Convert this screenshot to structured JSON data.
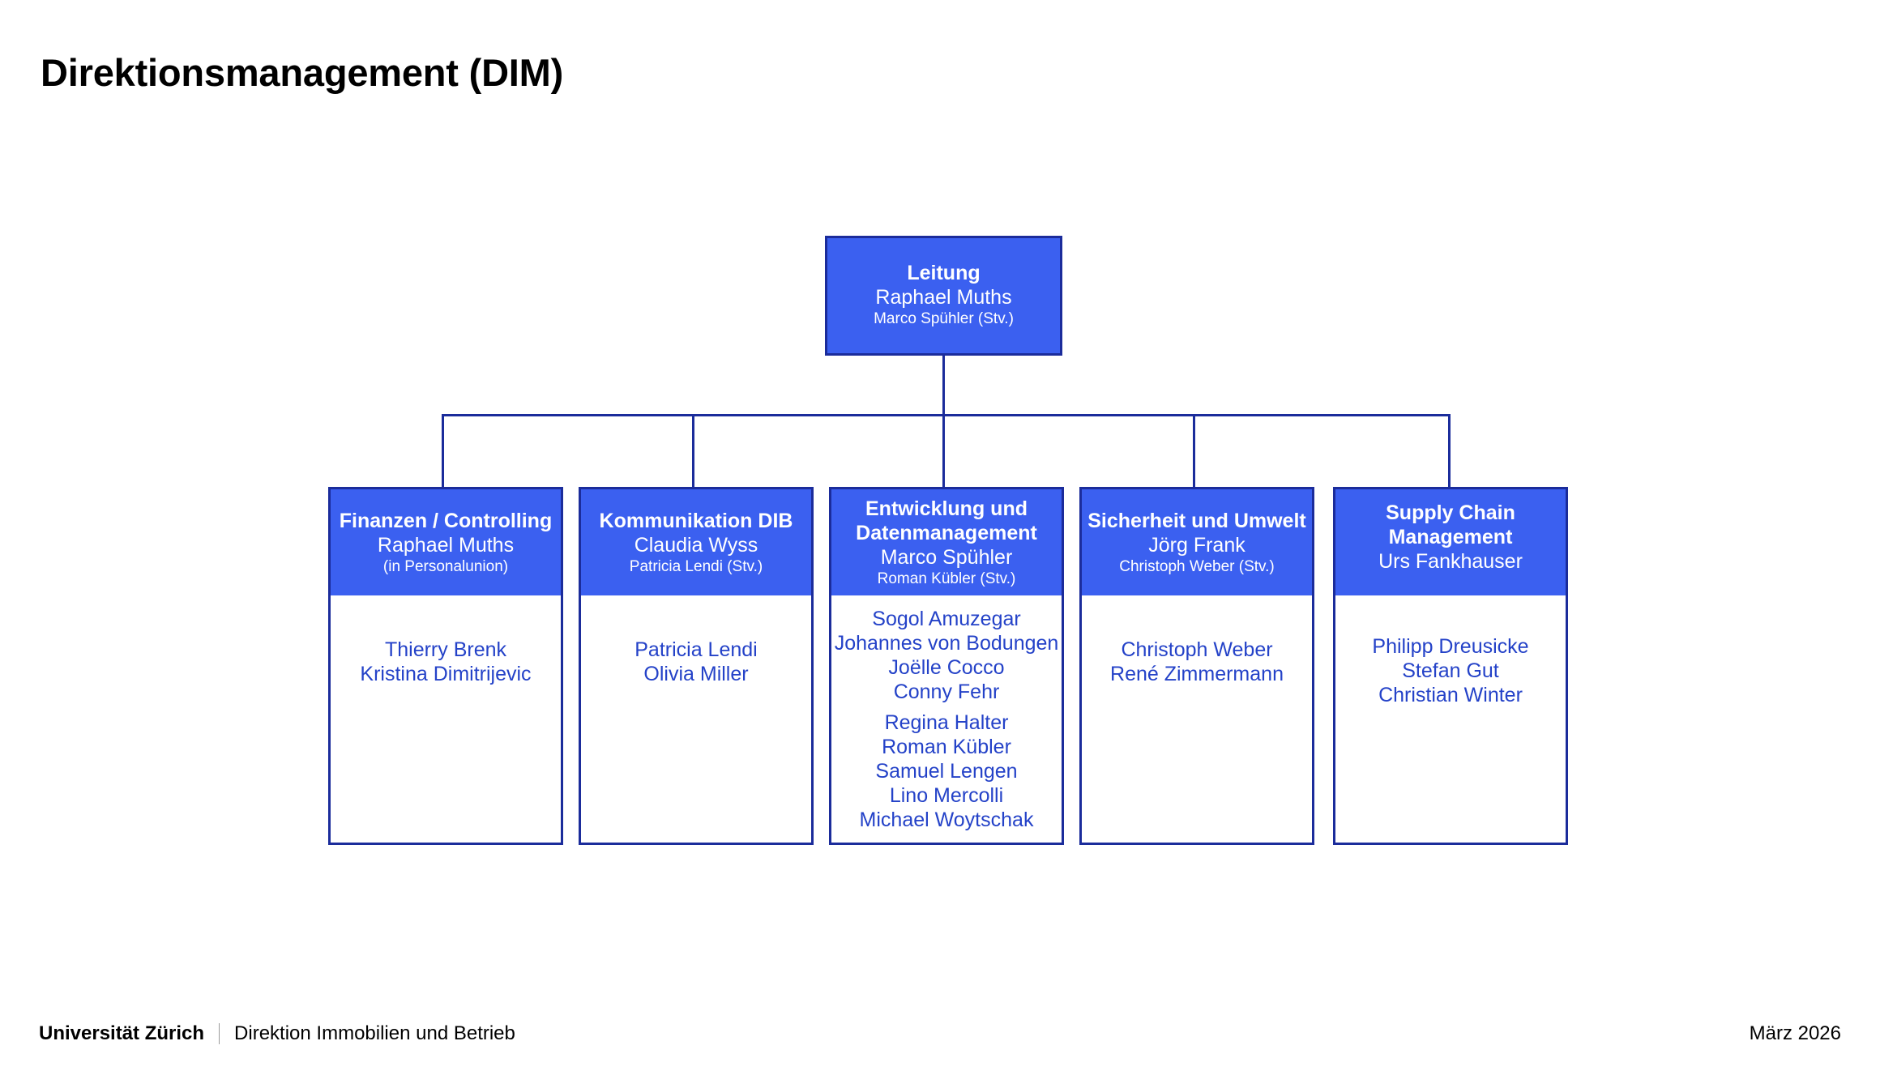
{
  "title": "Direktionsmanagement (DIM)",
  "colors": {
    "box_fill": "#3B60F0",
    "box_border": "#1B2C9B",
    "member_text": "#2442C8",
    "head_text": "#FFFFFF",
    "title_text": "#000000"
  },
  "chart_data": {
    "type": "org-chart",
    "title": "Direktionsmanagement (DIM)",
    "root": {
      "title": "Leitung",
      "lead": "Raphael Muths",
      "deputy": "Marco Spühler (Stv.)",
      "members": []
    },
    "units": [
      {
        "title": "Finanzen / Controlling",
        "lead": "Raphael Muths",
        "deputy": "(in Personalunion)",
        "members": [
          "Thierry Brenk",
          "Kristina Dimitrijevic"
        ]
      },
      {
        "title": "Kommunikation DIB",
        "lead": "Claudia Wyss",
        "deputy": "Patricia Lendi (Stv.)",
        "members": [
          "Patricia Lendi",
          "Olivia Miller"
        ]
      },
      {
        "title": "Entwicklung und Datenmanagement",
        "lead": "Marco Spühler",
        "deputy": "Roman Kübler (Stv.)",
        "members": [
          "Sogol Amuzegar",
          "Johannes von Bodungen",
          "Joëlle Cocco",
          "Conny Fehr",
          "Regina Halter",
          "Roman Kübler",
          "Samuel Lengen",
          "Lino Mercolli",
          "Michael Woytschak"
        ]
      },
      {
        "title": "Sicherheit und Umwelt",
        "lead": "Jörg Frank",
        "deputy": "Christoph Weber (Stv.)",
        "members": [
          "Christoph Weber",
          "René Zimmermann"
        ]
      },
      {
        "title": "Supply Chain Management",
        "lead": "Urs Fankhauser",
        "deputy": "",
        "members": [
          "Philipp Dreusicke",
          "Stefan Gut",
          "Christian Winter"
        ]
      }
    ]
  },
  "footer": {
    "organisation": "Universität Zürich",
    "department": "Direktion Immobilien und Betrieb",
    "date": "März 2026"
  }
}
